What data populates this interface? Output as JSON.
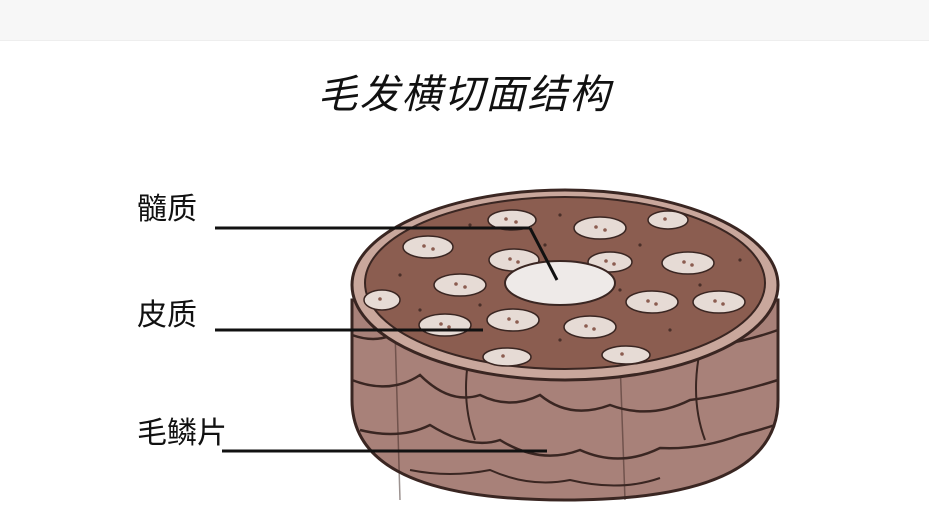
{
  "title": "毛发横切面结构",
  "labels": {
    "medulla": "髓质",
    "cortex": "皮质",
    "cuticle": "毛鳞片"
  },
  "colors": {
    "cortex_fill": "#8b5d50",
    "rim": "#c9a79c",
    "medulla_fill": "#eeeae8",
    "granule_fill": "#e6dbd5",
    "cuticle_side": "#a88179",
    "outline": "#3a2622",
    "leader_line": "#111111"
  }
}
